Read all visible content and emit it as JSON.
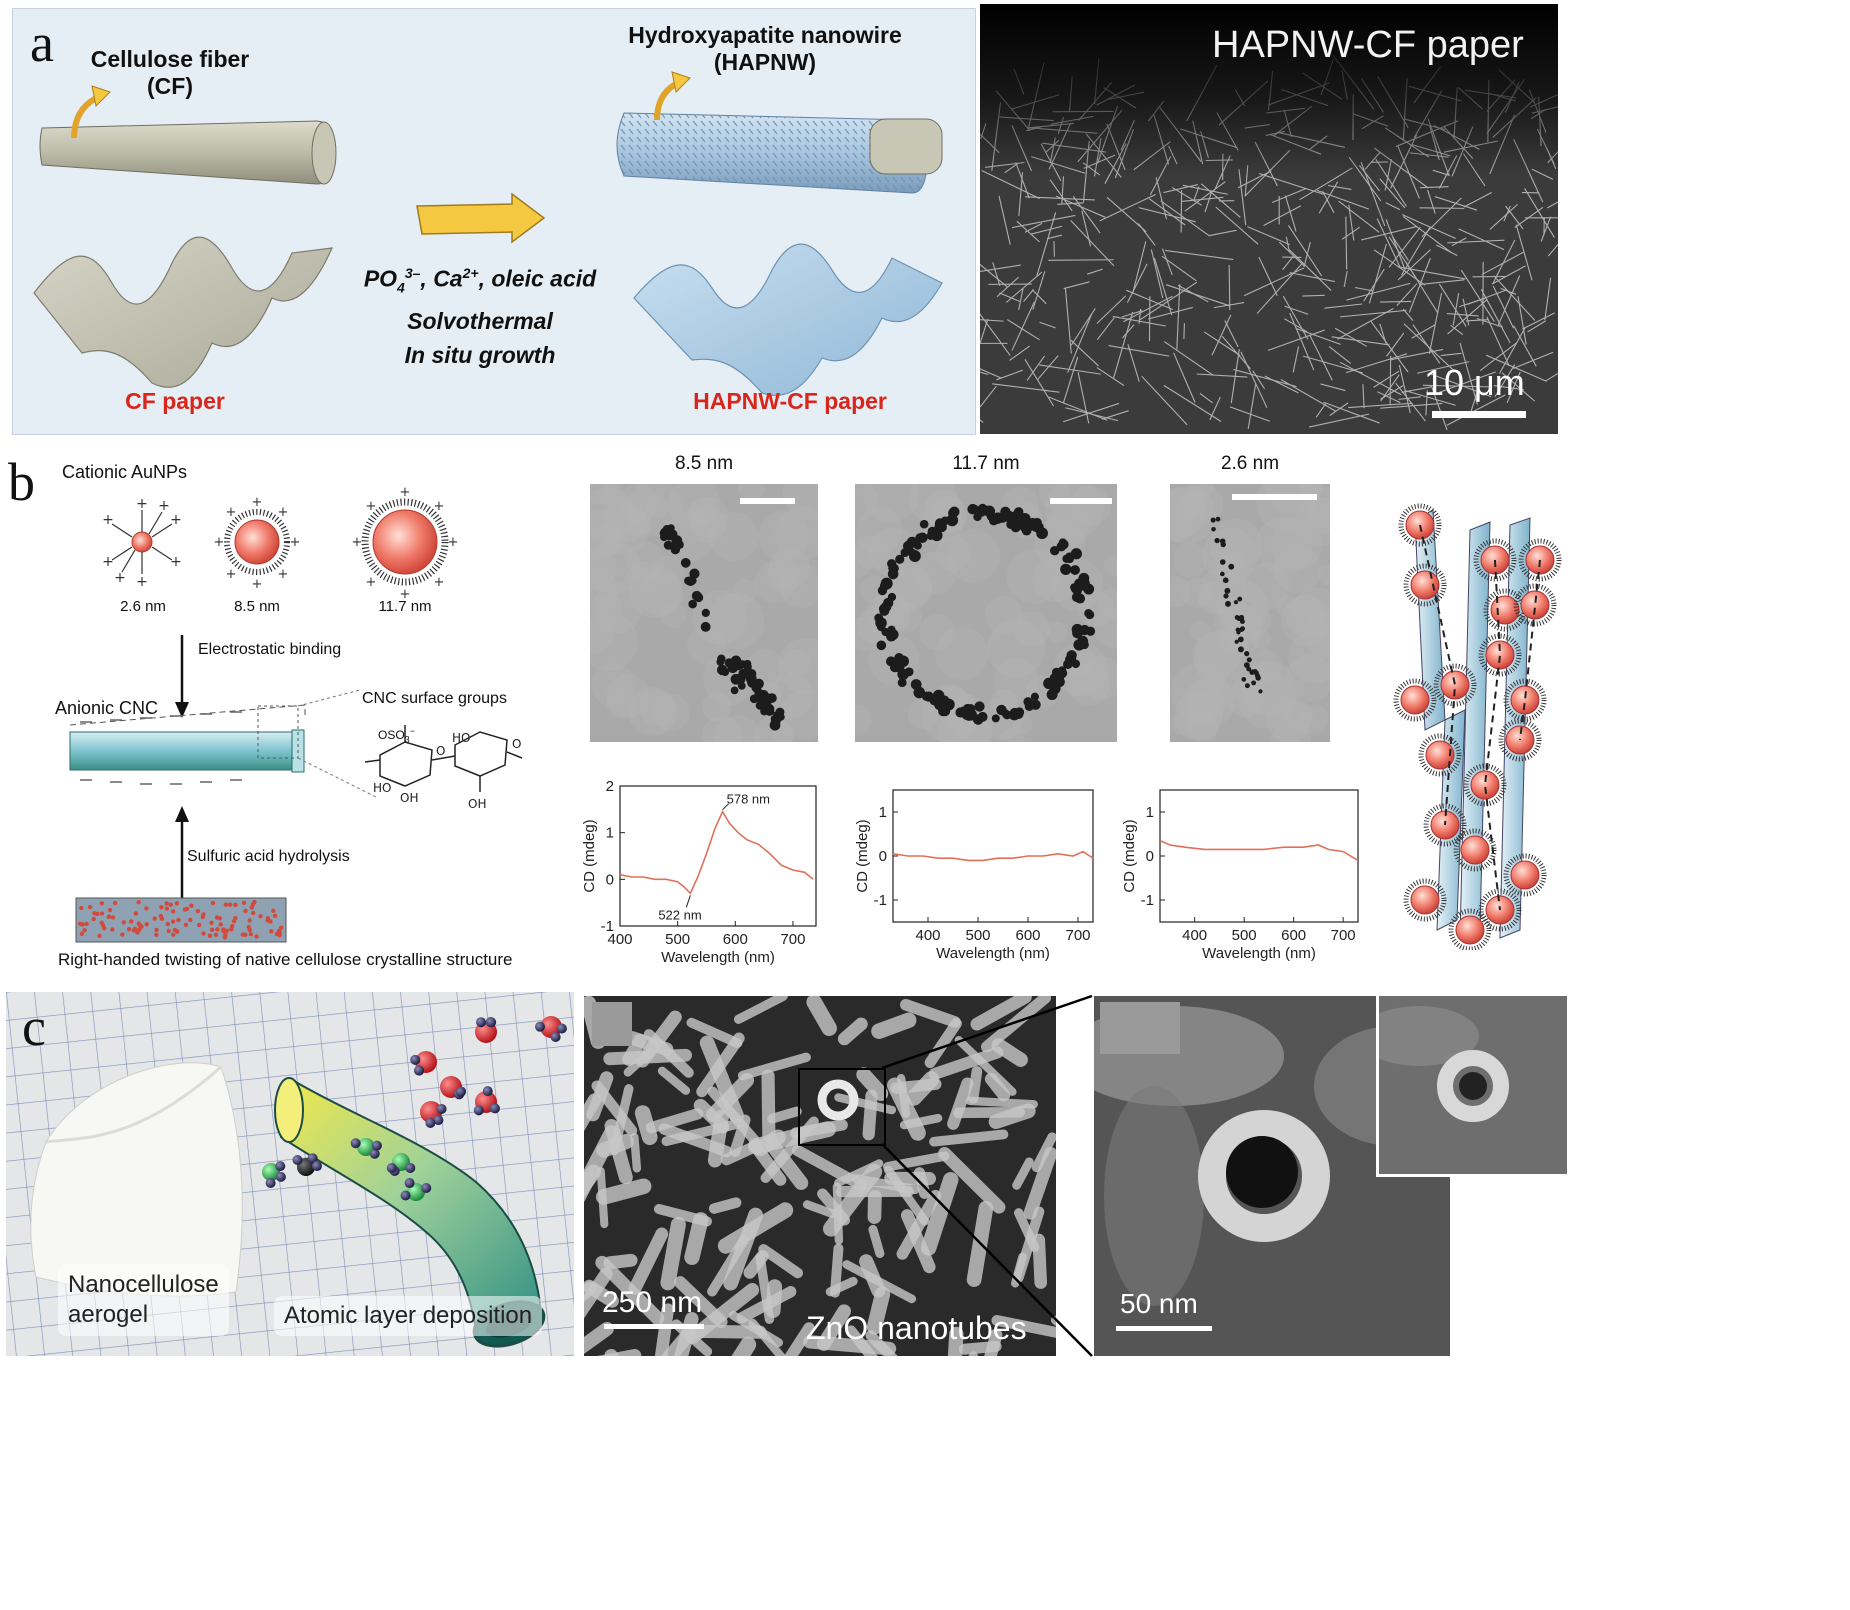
{
  "panel_a": {
    "letter": "a",
    "cf_label_line1": "Cellulose fiber",
    "cf_label_line2": "(CF)",
    "hapnw_label_line1": "Hydroxyapatite nanowire",
    "hapnw_label_line2": "(HAPNW)",
    "reagents_line1_prefix": "PO",
    "reagents_line1_sub": "4",
    "reagents_line1_sup": "3–",
    "reagents_line1_mid": ", Ca",
    "reagents_line1_sup2": "2+",
    "reagents_line1_suffix": ", oleic acid",
    "reagents_line2": "Solvothermal",
    "reagents_line3": "In situ growth",
    "cf_paper": "CF paper",
    "hapnw_paper": "HAPNW-CF paper",
    "sem_title": "HAPNW-CF paper",
    "sem_scale": "10 μm",
    "colors": {
      "background": "#e6eef5",
      "accent_red": "#d9261c",
      "arrow": "#f5c842"
    }
  },
  "panel_b": {
    "letter": "b",
    "cationic": "Cationic AuNPs",
    "size_small": "2.6 nm",
    "size_mid": "8.5 nm",
    "size_large": "11.7 nm",
    "electrostatic": "Electrostatic binding",
    "anionic": "Anionic CNC",
    "surface_groups": "CNC surface groups",
    "oso3": "OSO",
    "sulfuric": "Sulfuric acid hydrolysis",
    "twisting": "Right-handed twisting of native cellulose crystalline structure",
    "tem_titles": [
      "8.5 nm",
      "11.7 nm",
      "2.6 nm"
    ],
    "peak_578": "578 nm",
    "peak_522": "522 nm"
  },
  "chart_data": [
    {
      "type": "line",
      "title": "8.5 nm",
      "xlabel": "Wavelength (nm)",
      "ylabel": "CD (mdeg)",
      "xlim": [
        400,
        740
      ],
      "ylim": [
        -1,
        2
      ],
      "xticks": [
        400,
        500,
        600,
        700
      ],
      "yticks": [
        -1,
        0,
        1,
        2
      ],
      "series": [
        {
          "color": "#e0705a",
          "x": [
            400,
            420,
            440,
            460,
            480,
            500,
            510,
            522,
            535,
            550,
            565,
            578,
            590,
            605,
            620,
            640,
            660,
            680,
            700,
            720,
            735
          ],
          "y": [
            0.1,
            0.05,
            0.05,
            0.0,
            0.0,
            -0.05,
            -0.15,
            -0.3,
            0.05,
            0.55,
            1.1,
            1.45,
            1.2,
            1.0,
            0.85,
            0.75,
            0.55,
            0.3,
            0.2,
            0.15,
            0.0
          ]
        }
      ],
      "annotations": [
        "578 nm",
        "522 nm"
      ]
    },
    {
      "type": "line",
      "title": "11.7 nm",
      "xlabel": "Wavelength (nm)",
      "ylabel": "CD (mdeg)",
      "xlim": [
        330,
        730
      ],
      "ylim": [
        -1.5,
        1.5
      ],
      "xticks": [
        400,
        500,
        600,
        700
      ],
      "yticks": [
        -1,
        0,
        1
      ],
      "series": [
        {
          "color": "#e0705a",
          "x": [
            330,
            360,
            390,
            420,
            450,
            480,
            510,
            540,
            570,
            600,
            630,
            660,
            690,
            710,
            730
          ],
          "y": [
            0.05,
            0.0,
            0.0,
            -0.05,
            -0.05,
            -0.1,
            -0.1,
            -0.05,
            -0.05,
            0.0,
            0.0,
            0.05,
            0.0,
            0.1,
            -0.05
          ]
        }
      ]
    },
    {
      "type": "line",
      "title": "2.6 nm",
      "xlabel": "Wavelength (nm)",
      "ylabel": "CD (mdeg)",
      "xlim": [
        330,
        730
      ],
      "ylim": [
        -1.5,
        1.5
      ],
      "xticks": [
        400,
        500,
        600,
        700
      ],
      "yticks": [
        -1,
        0,
        1
      ],
      "series": [
        {
          "color": "#e0705a",
          "x": [
            330,
            350,
            380,
            420,
            460,
            500,
            540,
            580,
            620,
            650,
            670,
            700,
            730
          ],
          "y": [
            0.35,
            0.25,
            0.2,
            0.15,
            0.15,
            0.15,
            0.15,
            0.2,
            0.2,
            0.25,
            0.15,
            0.1,
            -0.1
          ]
        }
      ]
    }
  ],
  "panel_c": {
    "letter": "c",
    "aerogel_line1": "Nanocellulose",
    "aerogel_line2": "aerogel",
    "ald": "Atomic layer deposition",
    "sem_scale_left": "250 nm",
    "zno": "ZnO nanotubes",
    "sem_scale_right": "50 nm"
  }
}
